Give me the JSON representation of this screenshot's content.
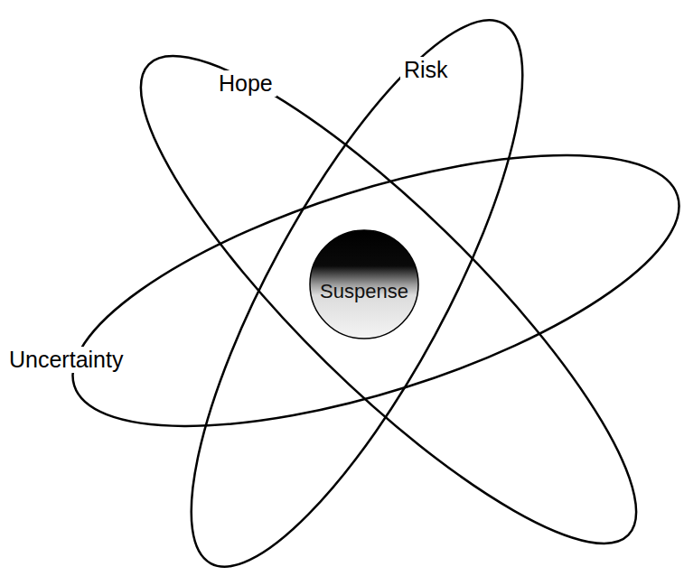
{
  "diagram": {
    "nodes": [
      {
        "text": [
          "Suspense"
        ]
      }
    ],
    "labels": [
      "Hope",
      "Risk",
      "Uncertainty"
    ]
  }
}
